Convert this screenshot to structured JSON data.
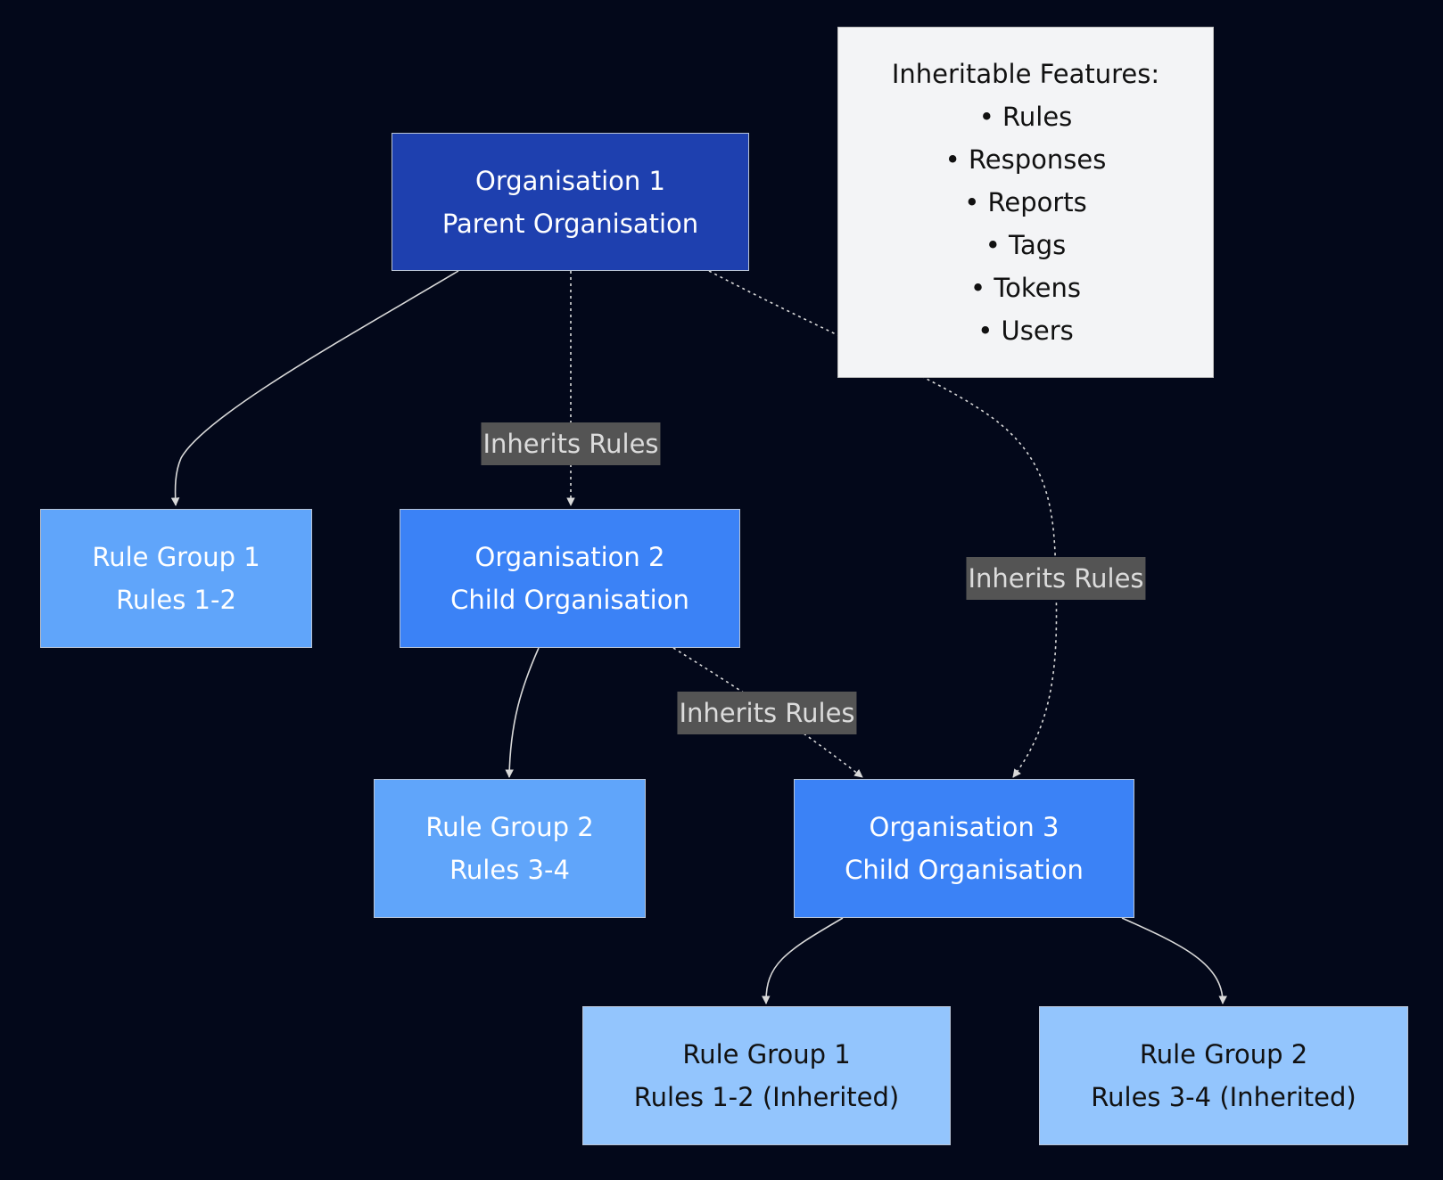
{
  "colors": {
    "background": "#03081a",
    "parent_org": "#1e40af",
    "child_org": "#3b82f6",
    "rule_group": "#60a5fa",
    "rule_group_inherited": "#93c5fd",
    "note_bg": "#f3f4f6",
    "edge": "#d9d9d9",
    "edge_label_bg": "#545454"
  },
  "nodes": {
    "org1": {
      "line1": "Organisation 1",
      "line2": "Parent Organisation"
    },
    "org2": {
      "line1": "Organisation 2",
      "line2": "Child Organisation"
    },
    "org3": {
      "line1": "Organisation 3",
      "line2": "Child Organisation"
    },
    "rg1": {
      "line1": "Rule Group 1",
      "line2": "Rules 1-2"
    },
    "rg2": {
      "line1": "Rule Group 2",
      "line2": "Rules 3-4"
    },
    "rg1_inherited": {
      "line1": "Rule Group 1",
      "line2": "Rules 1-2 (Inherited)"
    },
    "rg2_inherited": {
      "line1": "Rule Group 2",
      "line2": "Rules 3-4 (Inherited)"
    }
  },
  "note": {
    "title": "Inheritable Features:",
    "items": [
      "• Rules",
      "• Responses",
      "• Reports",
      "• Tags",
      "• Tokens",
      "• Users"
    ]
  },
  "edges": [
    {
      "from": "org1",
      "to": "rg1",
      "style": "solid",
      "label": ""
    },
    {
      "from": "org1",
      "to": "org2",
      "style": "dotted",
      "label": "Inherits Rules"
    },
    {
      "from": "org1",
      "to": "org3",
      "style": "dotted",
      "label": "Inherits Rules"
    },
    {
      "from": "org2",
      "to": "rg2",
      "style": "solid",
      "label": ""
    },
    {
      "from": "org2",
      "to": "org3",
      "style": "dotted",
      "label": "Inherits Rules"
    },
    {
      "from": "org3",
      "to": "rg1_inherited",
      "style": "solid",
      "label": ""
    },
    {
      "from": "org3",
      "to": "rg2_inherited",
      "style": "solid",
      "label": ""
    }
  ]
}
